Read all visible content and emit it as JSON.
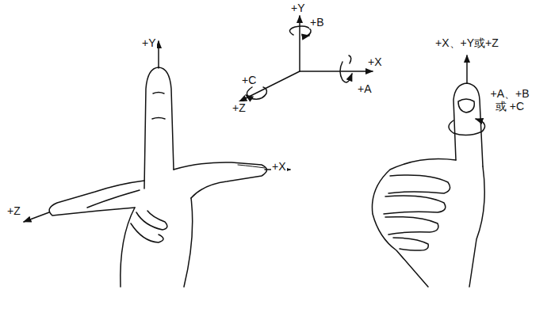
{
  "diagram": {
    "labels": [
      "+Y",
      "+X",
      "+Z",
      "+Y",
      "+B",
      "+X",
      "+A",
      "+C",
      "+Z",
      "+X、+Y或+Z",
      "+A、+B 或 +C"
    ]
  }
}
